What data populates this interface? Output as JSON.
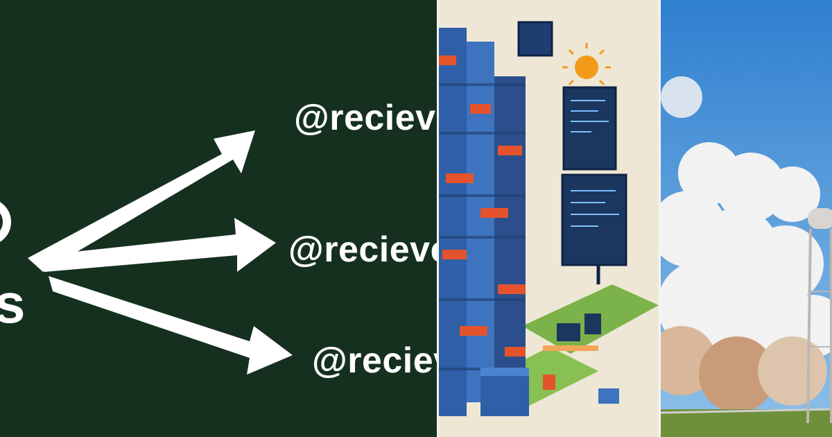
{
  "panels": {
    "left": {
      "background": "#16301f",
      "handles": [
        "@recieve",
        "@recieve",
        "@reciev"
      ],
      "letter": "s"
    },
    "middle": {
      "background": "#efe7d6"
    },
    "right": {
      "sky": "#3b8fd4"
    }
  }
}
